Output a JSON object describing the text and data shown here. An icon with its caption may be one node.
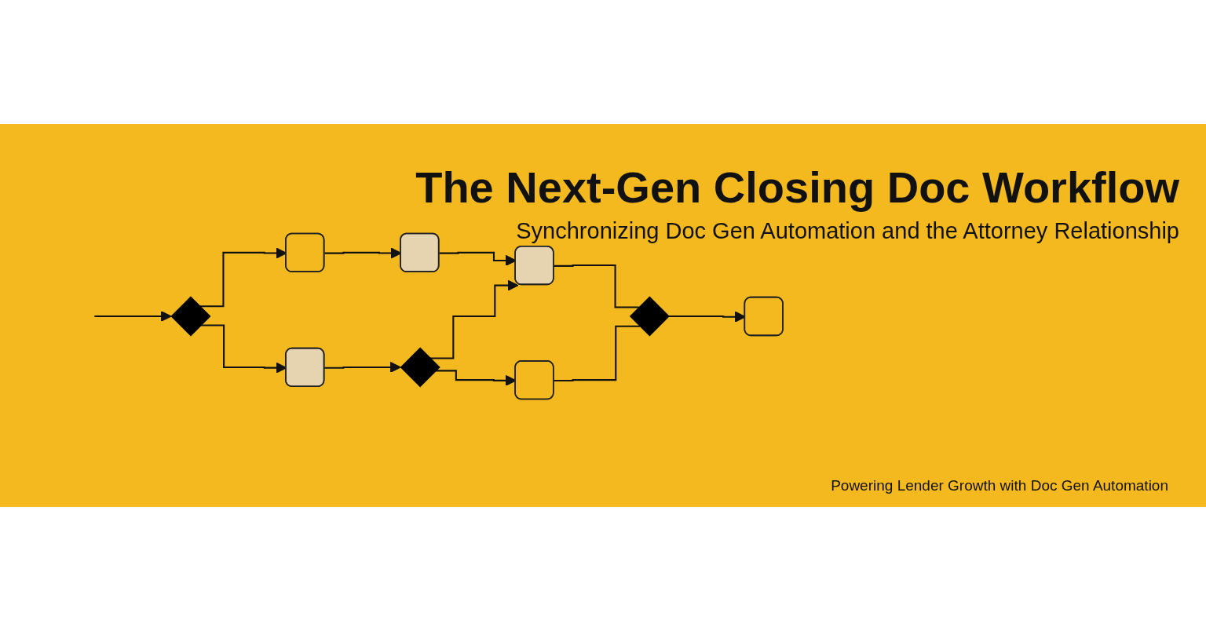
{
  "diagram": {
    "title": "The Next-Gen Closing Doc Workflow",
    "nodes": [
      {
        "text": [],
        "shape": "diamond"
      },
      {
        "text": [],
        "shape": "box"
      },
      {
        "text": [],
        "shape": "box"
      },
      {
        "text": [],
        "shape": "box"
      },
      {
        "text": [],
        "shape": "diamond"
      },
      {
        "text": [],
        "shape": "box"
      },
      {
        "text": [],
        "shape": "box"
      },
      {
        "text": [],
        "shape": "diamond"
      },
      {
        "text": [],
        "shape": "box"
      }
    ],
    "edges": [
      {
        "from": null,
        "to": 0,
        "arrow": "to"
      },
      {
        "from": 0,
        "to": 1,
        "arrow": "to"
      },
      {
        "from": 0,
        "to": 3,
        "arrow": "to"
      },
      {
        "from": 1,
        "to": 2,
        "arrow": "to"
      },
      {
        "from": 2,
        "to": 5,
        "arrow": "to"
      },
      {
        "from": 3,
        "to": 4,
        "arrow": "to"
      },
      {
        "from": 4,
        "to": 5,
        "arrow": "to"
      },
      {
        "from": 4,
        "to": 6,
        "arrow": "to"
      },
      {
        "from": 5,
        "to": 7,
        "arrow": "none"
      },
      {
        "from": 6,
        "to": 7,
        "arrow": "none"
      },
      {
        "from": 7,
        "to": 8,
        "arrow": "to"
      }
    ],
    "labels": [
      "Synchronizing Doc Gen Automation and the Attorney Relationship",
      "Powering Lender Growth with Doc Gen Automation"
    ]
  }
}
